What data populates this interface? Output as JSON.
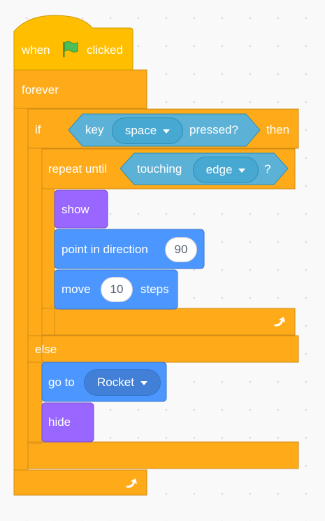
{
  "script": {
    "hat": {
      "when": "when",
      "clicked": "clicked"
    },
    "forever": {
      "label": "forever"
    },
    "if_block": {
      "if": "if",
      "then": "then",
      "else": "else"
    },
    "sensing_key": {
      "key": "key",
      "key_value": "space",
      "pressed": "pressed?"
    },
    "repeat_until": {
      "label": "repeat until"
    },
    "sensing_touch": {
      "touching": "touching",
      "target": "edge",
      "question": "?"
    },
    "show": {
      "label": "show"
    },
    "point": {
      "label": "point in direction",
      "value": "90"
    },
    "move": {
      "label": "move",
      "value": "10",
      "steps": "steps"
    },
    "go_to": {
      "label": "go to",
      "target": "Rocket"
    },
    "hide": {
      "label": "hide"
    }
  },
  "icons": {
    "green_flag": "green-flag-icon",
    "loop_arrow": "loop-arrow-icon",
    "dropdown": "chevron-down-icon"
  },
  "colors": {
    "events": "#FFBF00",
    "control": "#FFAB19",
    "sensing": "#5CB1D6",
    "looks": "#9966FF",
    "motion": "#4C97FF",
    "flag": "#4CBF56"
  }
}
